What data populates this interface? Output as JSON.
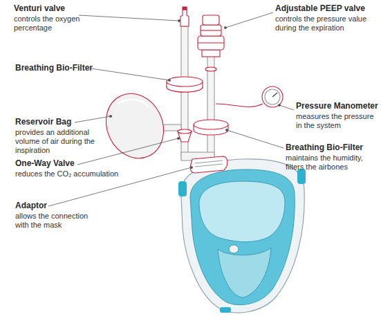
{
  "diagram": {
    "labels": [
      "Venturi valve",
      "controls the oxygen percentage",
      "Adjustable PEEP valve",
      "controls the pressure value during the expiration",
      "Breathing Bio-Filter",
      "Pressure Manometer",
      "measures the pressure in the system",
      "Reservoir Bag",
      "provides an additional volume of air during the inspiration",
      "Breathing Bio-Filter",
      "maintains the humidity, filters the airbones",
      "One-Way Valve",
      "reduces the CO₂ accumulation",
      "Adaptor",
      "allows the connection with the mask"
    ]
  }
}
